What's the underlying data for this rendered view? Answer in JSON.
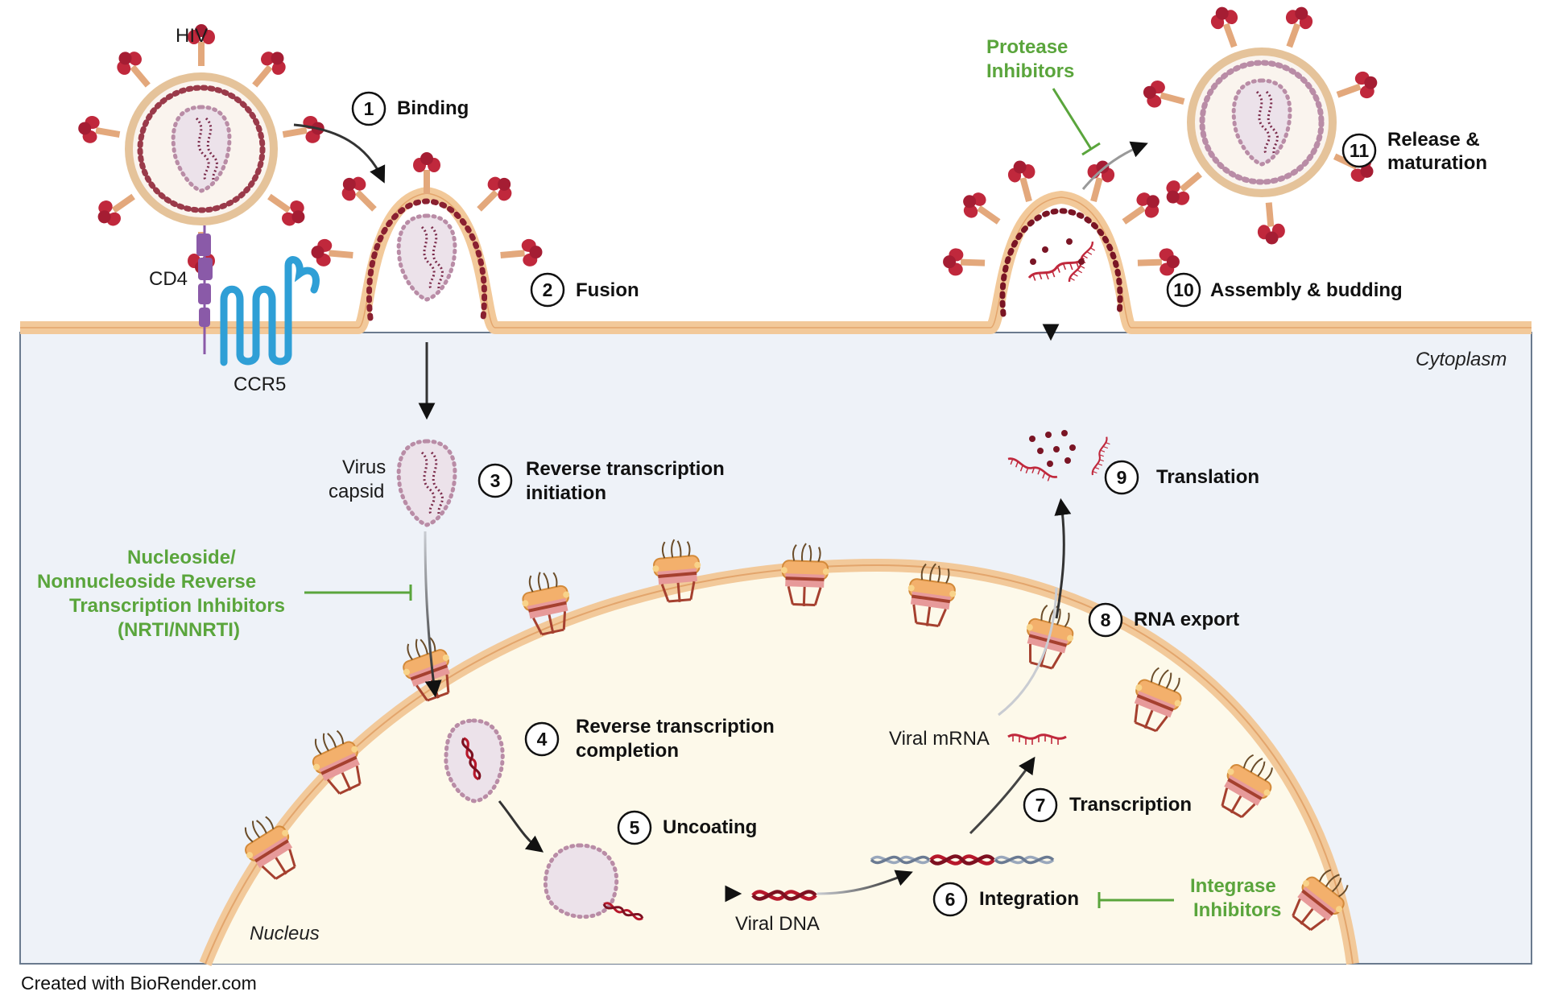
{
  "virus_label": "HIV",
  "receptors": {
    "cd4": "CD4",
    "ccr5": "CCR5"
  },
  "compartments": {
    "cytoplasm": "Cytoplasm",
    "nucleus": "Nucleus"
  },
  "steps": [
    {
      "num": "1",
      "label": "Binding"
    },
    {
      "num": "2",
      "label": "Fusion"
    },
    {
      "num": "3",
      "label_line1": "Reverse transcription",
      "label_line2": "initiation"
    },
    {
      "num": "4",
      "label_line1": "Reverse transcription",
      "label_line2": "completion"
    },
    {
      "num": "5",
      "label": "Uncoating"
    },
    {
      "num": "6",
      "label": "Integration"
    },
    {
      "num": "7",
      "label": "Transcription"
    },
    {
      "num": "8",
      "label": "RNA export"
    },
    {
      "num": "9",
      "label": "Translation"
    },
    {
      "num": "10",
      "label": "Assembly & budding"
    },
    {
      "num": "11",
      "label_line1": "Release &",
      "label_line2": "maturation"
    }
  ],
  "labels": {
    "capsid_line1": "Virus",
    "capsid_line2": "capsid",
    "viral_dna": "Viral DNA",
    "viral_mrna": "Viral mRNA"
  },
  "inhibitors": {
    "protease_line1": "Protease",
    "protease_line2": "Inhibitors",
    "rt_line1": "Nucleoside/",
    "rt_line2": "Nonnucleoside Reverse",
    "rt_line3": "Transcription Inhibitors",
    "rt_line4": "(NRTI/NNRTI)",
    "integrase_line1": "Integrase",
    "integrase_line2": "Inhibitors"
  },
  "credit": "Created with BioRender.com",
  "colors": {
    "membrane": "#f2c99a",
    "cytoplasm": "#eef2f8",
    "nucleus": "#fdf9ea",
    "spike": "#c0283c",
    "capsid": "#b98ca6",
    "inhibitor": "#5aa53c",
    "cd4": "#8a5aa8",
    "ccr5": "#2f9fd6"
  }
}
